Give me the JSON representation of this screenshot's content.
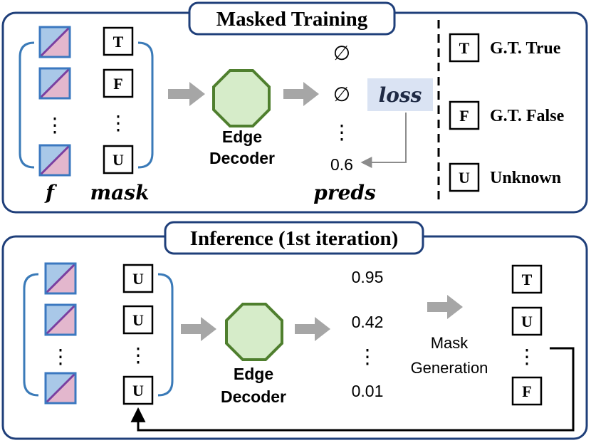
{
  "colors": {
    "frame": "#1f3f7a",
    "bracket": "#3a7ab8",
    "cell_blue": "#a9c8e8",
    "cell_pink": "#e3b7cd",
    "cell_border_blue": "#3b78c0",
    "cell_diag": "#7a3fa0",
    "octagon_fill": "#d6ecc9",
    "octagon_stroke": "#4f7f2e",
    "arrow": "#a6a6a6",
    "loss_bg": "#dae3f3"
  },
  "icons": {
    "feature_cell": "split-square-icon",
    "decoder": "octagon-icon",
    "flow": "block-arrow-icon"
  },
  "training": {
    "title": "Masked Training",
    "mask_boxes": [
      "T",
      "F",
      "U"
    ],
    "preds": [
      "∅",
      "∅",
      "0.6"
    ],
    "decoder_label_line1": "Edge",
    "decoder_label_line2": "Decoder",
    "loss_label": "loss",
    "f_label": "f",
    "mask_label": "mask",
    "preds_label": "preds",
    "vdots": "⋮"
  },
  "legend": {
    "items": [
      {
        "box": "T",
        "label": "G.T. True"
      },
      {
        "box": "F",
        "label": "G.T. False"
      },
      {
        "box": "U",
        "label": "Unknown"
      }
    ]
  },
  "inference": {
    "title": "Inference (1st iteration)",
    "mask_boxes": [
      "U",
      "U",
      "U"
    ],
    "decoder_label_line1": "Edge",
    "decoder_label_line2": "Decoder",
    "values": [
      "0.95",
      "0.42",
      "0.01"
    ],
    "mask_gen_line1": "Mask",
    "mask_gen_line2": "Generation",
    "output_boxes": [
      "T",
      "U",
      "F"
    ],
    "vdots": "⋮"
  }
}
